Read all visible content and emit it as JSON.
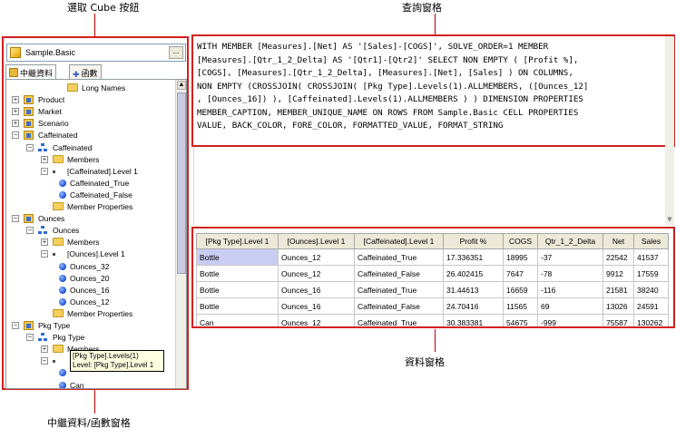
{
  "callouts": {
    "cube_button": "選取 Cube 按鈕",
    "query_pane": "查詢窗格",
    "data_pane": "資料窗格",
    "metadata_pane": "中繼資料/函數窗格"
  },
  "cube_picker": {
    "value": "Sample.Basic",
    "browse_label": "..."
  },
  "tabs": [
    {
      "label": "中繼資料",
      "icon": "cube-tab-icon"
    },
    {
      "label": "函數",
      "icon": "function-tab-icon"
    }
  ],
  "tree": [
    {
      "label": "Long Names",
      "indent": 3,
      "icon": "variable-icon",
      "expander": ""
    },
    {
      "label": "Product",
      "indent": 0,
      "icon": "dimension-icon",
      "expander": "+"
    },
    {
      "label": "Market",
      "indent": 0,
      "icon": "dimension-icon",
      "expander": "+"
    },
    {
      "label": "Scenario",
      "indent": 0,
      "icon": "dimension-icon",
      "expander": "+"
    },
    {
      "label": "Caffeinated",
      "indent": 0,
      "icon": "dimension-icon",
      "expander": "-"
    },
    {
      "label": "Caffeinated",
      "indent": 1,
      "icon": "hierarchy-icon",
      "expander": "-"
    },
    {
      "label": "Members",
      "indent": 2,
      "icon": "folder-icon",
      "expander": "+"
    },
    {
      "label": "[Caffeinated].Level 1",
      "indent": 2,
      "icon": "level-icon",
      "expander": "-"
    },
    {
      "label": "Caffeinated_True",
      "indent": 3,
      "icon": "member-icon",
      "expander": ""
    },
    {
      "label": "Caffeinated_False",
      "indent": 3,
      "icon": "member-icon",
      "expander": ""
    },
    {
      "label": "Member Properties",
      "indent": 2,
      "icon": "folder-icon",
      "expander": ""
    },
    {
      "label": "Ounces",
      "indent": 0,
      "icon": "dimension-icon",
      "expander": "-"
    },
    {
      "label": "Ounces",
      "indent": 1,
      "icon": "hierarchy-icon",
      "expander": "-"
    },
    {
      "label": "Members",
      "indent": 2,
      "icon": "folder-icon",
      "expander": "+"
    },
    {
      "label": "[Ounces].Level 1",
      "indent": 2,
      "icon": "level-icon",
      "expander": "-"
    },
    {
      "label": "Ounces_32",
      "indent": 3,
      "icon": "member-icon",
      "expander": ""
    },
    {
      "label": "Ounces_20",
      "indent": 3,
      "icon": "member-icon",
      "expander": ""
    },
    {
      "label": "Ounces_16",
      "indent": 3,
      "icon": "member-icon",
      "expander": ""
    },
    {
      "label": "Ounces_12",
      "indent": 3,
      "icon": "member-icon",
      "expander": ""
    },
    {
      "label": "Member Properties",
      "indent": 2,
      "icon": "folder-icon",
      "expander": ""
    },
    {
      "label": "Pkg Type",
      "indent": 0,
      "icon": "dimension-icon",
      "expander": "-"
    },
    {
      "label": "Pkg Type",
      "indent": 1,
      "icon": "hierarchy-icon",
      "expander": "-"
    },
    {
      "label": "Members",
      "indent": 2,
      "icon": "folder-icon",
      "expander": "+"
    },
    {
      "label": "",
      "indent": 2,
      "icon": "level-icon",
      "expander": "-"
    },
    {
      "label": "",
      "indent": 3,
      "icon": "member-icon",
      "expander": ""
    },
    {
      "label": "Can",
      "indent": 3,
      "icon": "member-icon",
      "expander": ""
    }
  ],
  "tooltip": {
    "line1": "[Pkg Type].Levels(1)",
    "line2": "Level: [Pkg Type].Level 1"
  },
  "query": {
    "text": "WITH MEMBER [Measures].[Net] AS '[Sales]-[COGS]', SOLVE_ORDER=1 MEMBER\n[Measures].[Qtr_1_2_Delta] AS '[Qtr1]-[Qtr2]' SELECT NON EMPTY ( [Profit %],\n[COGS], [Measures].[Qtr_1_2_Delta], [Measures].[Net], [Sales] ) ON COLUMNS,\nNON EMPTY (CROSSJOIN( CROSSJOIN( [Pkg Type].Levels(1).ALLMEMBERS, ([Ounces_12]\n, [Ounces_16]) ), [Caffeinated].Levels(1).ALLMEMBERS ) ) DIMENSION PROPERTIES\nMEMBER_CAPTION, MEMBER_UNIQUE_NAME ON ROWS FROM Sample.Basic CELL PROPERTIES\nVALUE, BACK_COLOR, FORE_COLOR, FORMATTED_VALUE, FORMAT_STRING"
  },
  "data": {
    "columns": [
      "[Pkg Type].Level 1",
      "[Ounces].Level 1",
      "[Caffeinated].Level 1",
      "Profit %",
      "COGS",
      "Qtr_1_2_Delta",
      "Net",
      "Sales"
    ],
    "rows": [
      [
        "Bottle",
        "Ounces_12",
        "Caffeinated_True",
        "17.336351",
        "18995",
        "-37",
        "22542",
        "41537"
      ],
      [
        "Bottle",
        "Ounces_12",
        "Caffeinated_False",
        "26.402415",
        "7647",
        "-78",
        "9912",
        "17559"
      ],
      [
        "Bottle",
        "Ounces_16",
        "Caffeinated_True",
        "31.44613",
        "16659",
        "-116",
        "21581",
        "38240"
      ],
      [
        "Bottle",
        "Ounces_16",
        "Caffeinated_False",
        "24.70416",
        "11565",
        "69",
        "13026",
        "24591"
      ],
      [
        "Can",
        "Ounces_12",
        "Caffeinated_True",
        "30.383381",
        "54675",
        "-999",
        "75587",
        "130262"
      ]
    ],
    "selected_row": 0
  },
  "colors": {
    "highlight_frame": "#d21f1f",
    "selected_cell": "#c9cdf2"
  }
}
